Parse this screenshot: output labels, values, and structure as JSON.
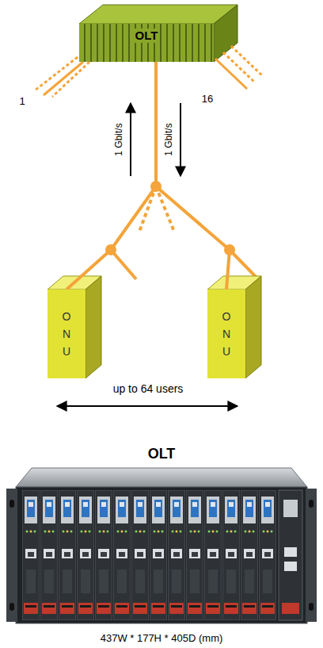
{
  "diagram": {
    "caption": "437W * 177H * 405D (mm)",
    "nodes": [
      {
        "text": [
          "OLT"
        ]
      },
      {
        "text": [
          "O N U"
        ]
      },
      {
        "text": [
          "O N U"
        ]
      }
    ],
    "edges": [
      {
        "from": 0,
        "to": 1,
        "arrow": "none"
      },
      {
        "from": 0,
        "to": 2,
        "arrow": "none"
      }
    ],
    "labels": [
      "1",
      "16",
      "1 Gbit/s",
      "1 Gbit/s",
      "up to 64 users",
      "OLT"
    ]
  }
}
